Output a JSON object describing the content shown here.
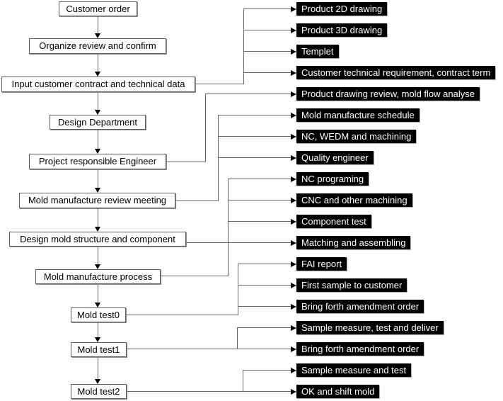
{
  "palette": {
    "output_box_fill": "#000000",
    "output_box_text": "#ffffff",
    "flow_box_fill": "#ffffff",
    "flow_box_text": "#000000",
    "connector_line": "#666666"
  },
  "flow": [
    "Customer order",
    "Organize review and confirm",
    "Input customer contract and technical data",
    "Design Department",
    "Project responsible Engineer",
    "Mold manufacture review meeting",
    "Design mold structure and component",
    "Mold manufacture process",
    "Mold test0",
    "Mold test1",
    "Mold test2"
  ],
  "outputs": [
    "Product 2D drawing",
    "Product 3D drawing",
    "Templet",
    "Customer technical requirement, contract term",
    "Product drawing review, mold flow analyse",
    "Mold manufacture schedule",
    "NC, WEDM and machining",
    "Quality engineer",
    "NC programing",
    "CNC and other machining",
    "Component test",
    "Matching and assembling",
    "FAI report",
    "First sample to customer",
    "Bring forth amendment order",
    "Sample measure, test and deliver",
    "Bring forth amendment order",
    "Sample measure and test",
    "OK and shift mold"
  ]
}
